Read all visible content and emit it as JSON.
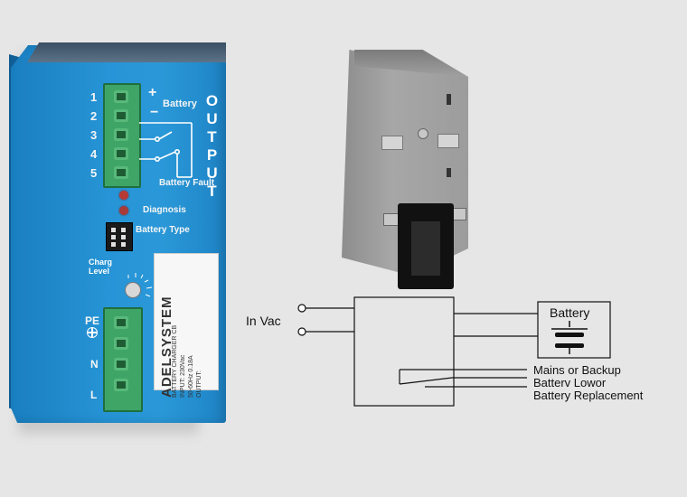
{
  "device": {
    "terminal_numbers": [
      "1",
      "2",
      "3",
      "4",
      "5"
    ],
    "plus_sign": "+",
    "minus_sign": "−",
    "battery_label": "Battery",
    "output_label": "OUTPUT",
    "battery_fault_label": "Battery Fault",
    "diagnosis_label": "Diagnosis",
    "battery_type_label": "Battery Type",
    "charge_level_label": "Charg Level",
    "pe_label": "PE",
    "n_label": "N",
    "l_label": "L",
    "input_label": "INPUT",
    "plate": {
      "brand": "ADELSYSTEM",
      "lines": [
        "BATTERY CHARGER CB",
        "INPUT: 230Vac",
        "50-60Hz 0.18A",
        "OUTPUT:"
      ]
    }
  },
  "schematic": {
    "in_vac": "In Vac",
    "battery": "Battery",
    "mains_or_backup": "Mains or Backup",
    "battery_low": "Batterv Lowor",
    "battery_replacement": "Battery Replacement"
  }
}
